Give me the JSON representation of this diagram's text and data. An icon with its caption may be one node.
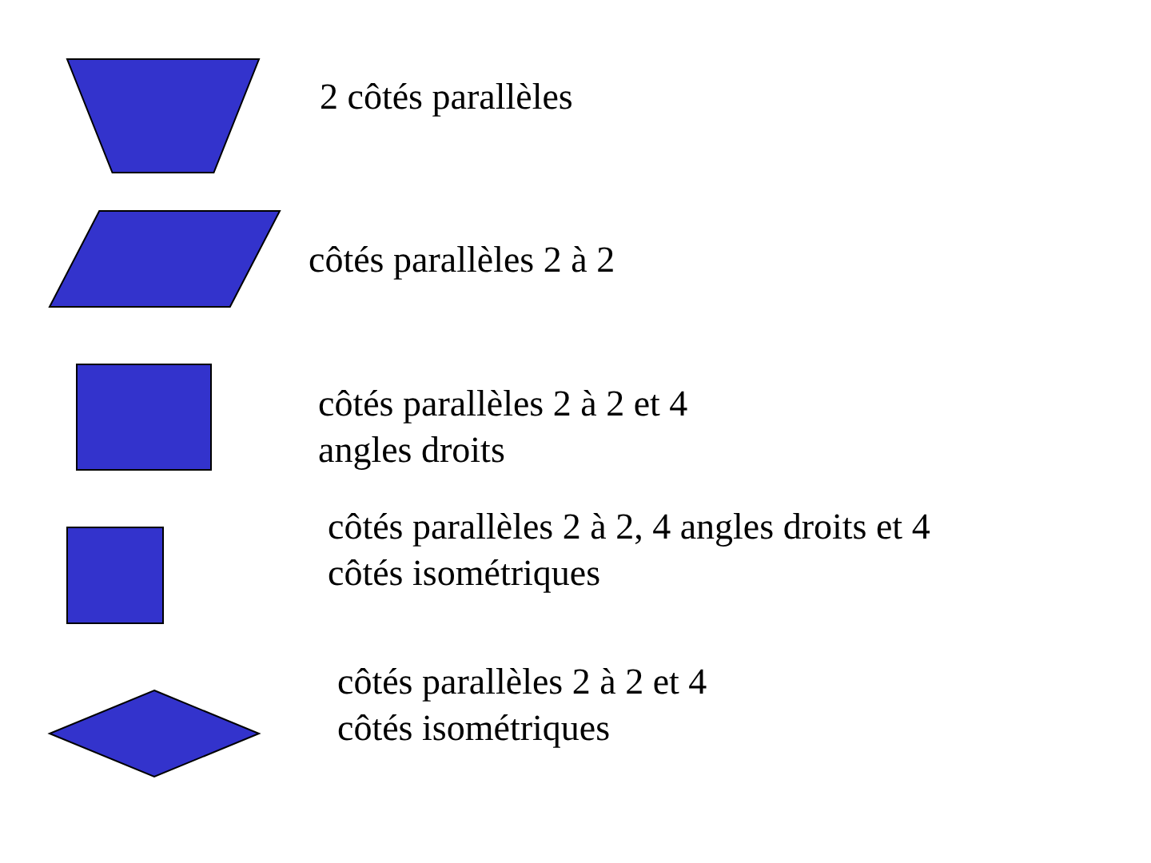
{
  "diagram": {
    "nodes": [
      {
        "text": [],
        "shape": "trapezoid",
        "beside": [
          "2 côtés parallèles"
        ]
      },
      {
        "text": [],
        "shape": "parallelogram",
        "beside": [
          "côtés parallèles 2 à 2"
        ]
      },
      {
        "text": [],
        "shape": "rectangle",
        "beside": [
          "côtés parallèles 2 à 2 et 4 angles droits"
        ]
      },
      {
        "text": [],
        "shape": "square"
      },
      {
        "text": [],
        "shape": "rhombus",
        "beside": [
          "côtés parallèles 2 à 2 et 4 côtés isométriques"
        ]
      }
    ],
    "labels": [
      "côtés parallèles 2 à 2, 4 angles droits et 4 côtés isométriques"
    ]
  }
}
